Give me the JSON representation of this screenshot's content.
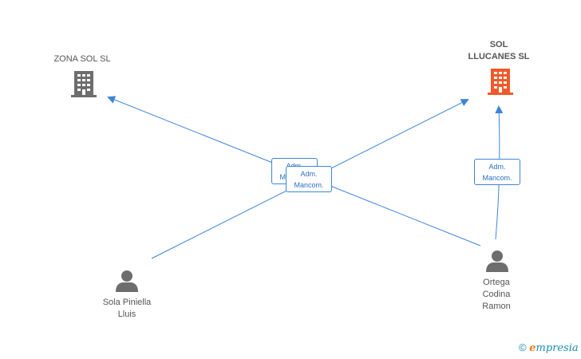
{
  "companies": [
    {
      "name": "ZONA SOL SL",
      "icon": "building-icon",
      "color": "#6d6d6d"
    },
    {
      "name_line1": "SOL",
      "name_line2": "LLUCANES SL",
      "icon": "building-icon",
      "color": "#f0592a"
    }
  ],
  "people": [
    {
      "line1": "Sola Piniella",
      "line2": "Lluis",
      "icon": "person-icon"
    },
    {
      "line1": "Ortega",
      "line2": "Codina",
      "line3": "Ramon",
      "icon": "person-icon"
    }
  ],
  "relations": [
    {
      "line1": "Adm.",
      "line2": "Mancom."
    },
    {
      "line1": "Adm.",
      "line2": "Mancom."
    },
    {
      "line1": "Adm.",
      "line2": "Mancom."
    }
  ],
  "footer": {
    "copyright": "©",
    "brand_first": "e",
    "brand_rest": "mpresia"
  },
  "colors": {
    "edge": "#3d85d8",
    "person": "#6d6d6d"
  }
}
